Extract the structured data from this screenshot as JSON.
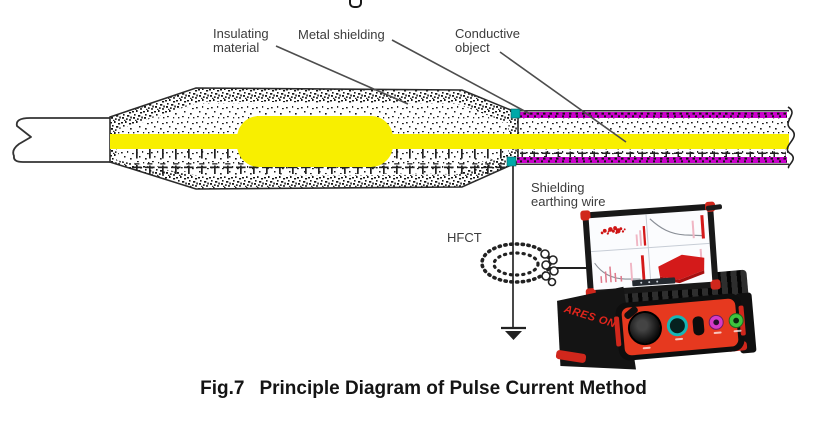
{
  "figure": {
    "caption_fig": "Fig.7",
    "caption_title": "Principle Diagram of Pulse Current Method"
  },
  "labels": {
    "insulating_line1": "Insulating",
    "insulating_line2": "material",
    "metal_shielding": "Metal shielding",
    "conductive_line1": "Conductive",
    "conductive_line2": "object",
    "earthing_line1": "Shielding",
    "earthing_line2": "earthing wire",
    "hfct": "HFCT"
  },
  "device": {
    "brand": "ARES ONE"
  },
  "colors": {
    "conductor_yellow": "#f8ef00",
    "shield_magenta": "#cc00cc",
    "terminal_cyan": "#00a8a8",
    "device_red": "#e6391f",
    "trace_red": "#d41a1a"
  }
}
